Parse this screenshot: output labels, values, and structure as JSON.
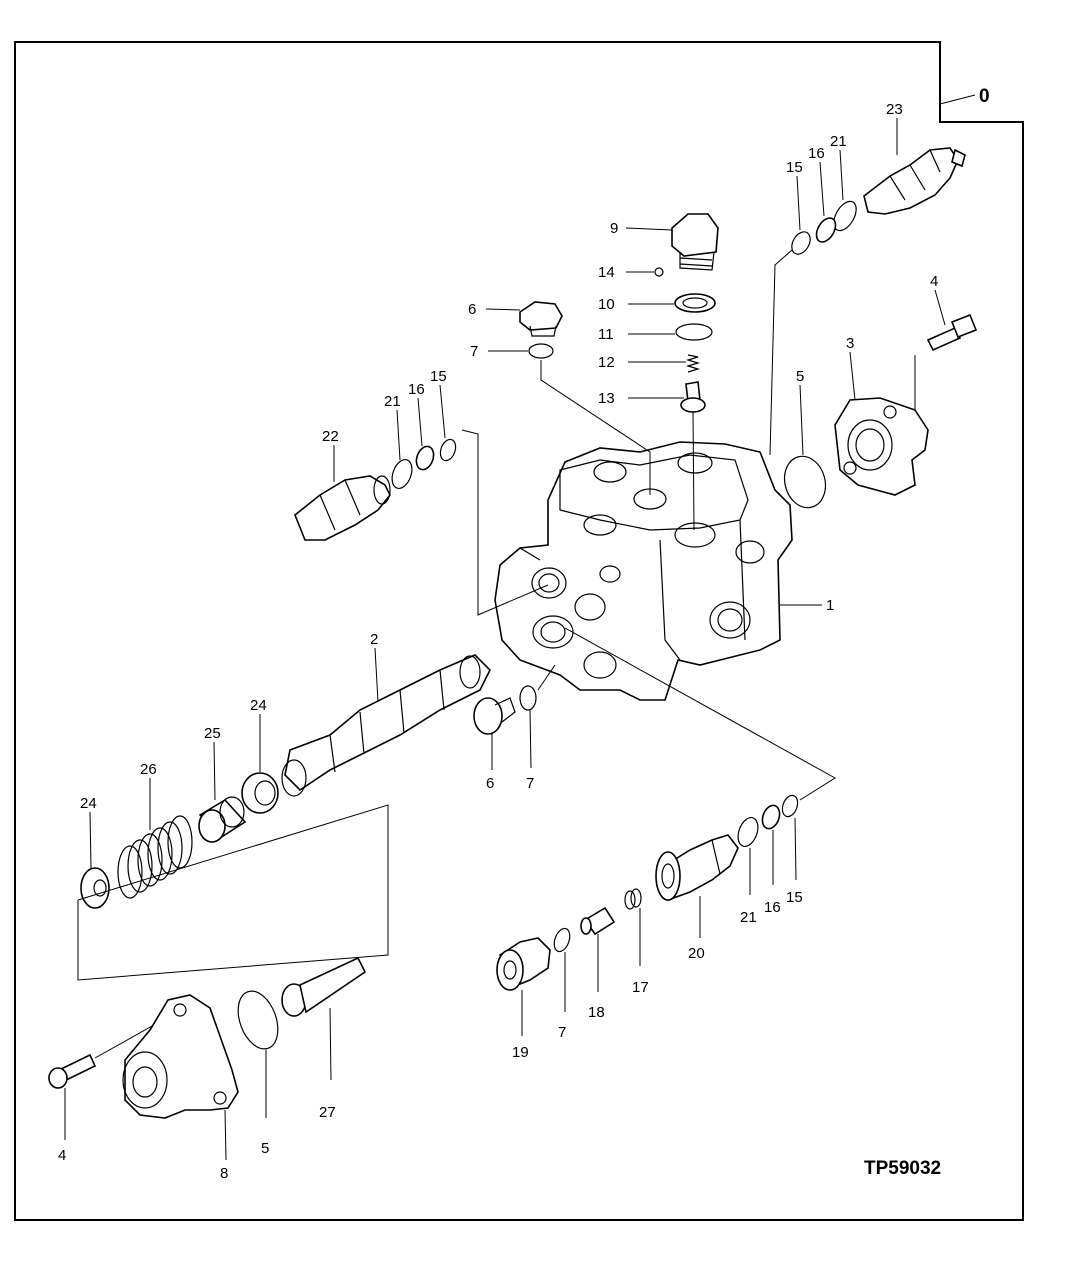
{
  "page_number": "0",
  "drawing_ref": "TP59032",
  "callouts": {
    "c1": "1",
    "c2": "2",
    "c3": "3",
    "c4a": "4",
    "c4b": "4",
    "c5a": "5",
    "c5b": "5",
    "c6a": "6",
    "c6b": "6",
    "c7a": "7",
    "c7b": "7",
    "c7c": "7",
    "c8": "8",
    "c9": "9",
    "c10": "10",
    "c11": "11",
    "c12": "12",
    "c13": "13",
    "c14": "14",
    "c15a": "15",
    "c15b": "15",
    "c15c": "15",
    "c16a": "16",
    "c16b": "16",
    "c16c": "16",
    "c17": "17",
    "c18": "18",
    "c19": "19",
    "c20": "20",
    "c21a": "21",
    "c21b": "21",
    "c21c": "21",
    "c22": "22",
    "c23": "23",
    "c24a": "24",
    "c24b": "24",
    "c25": "25",
    "c26": "26",
    "c27": "27"
  }
}
